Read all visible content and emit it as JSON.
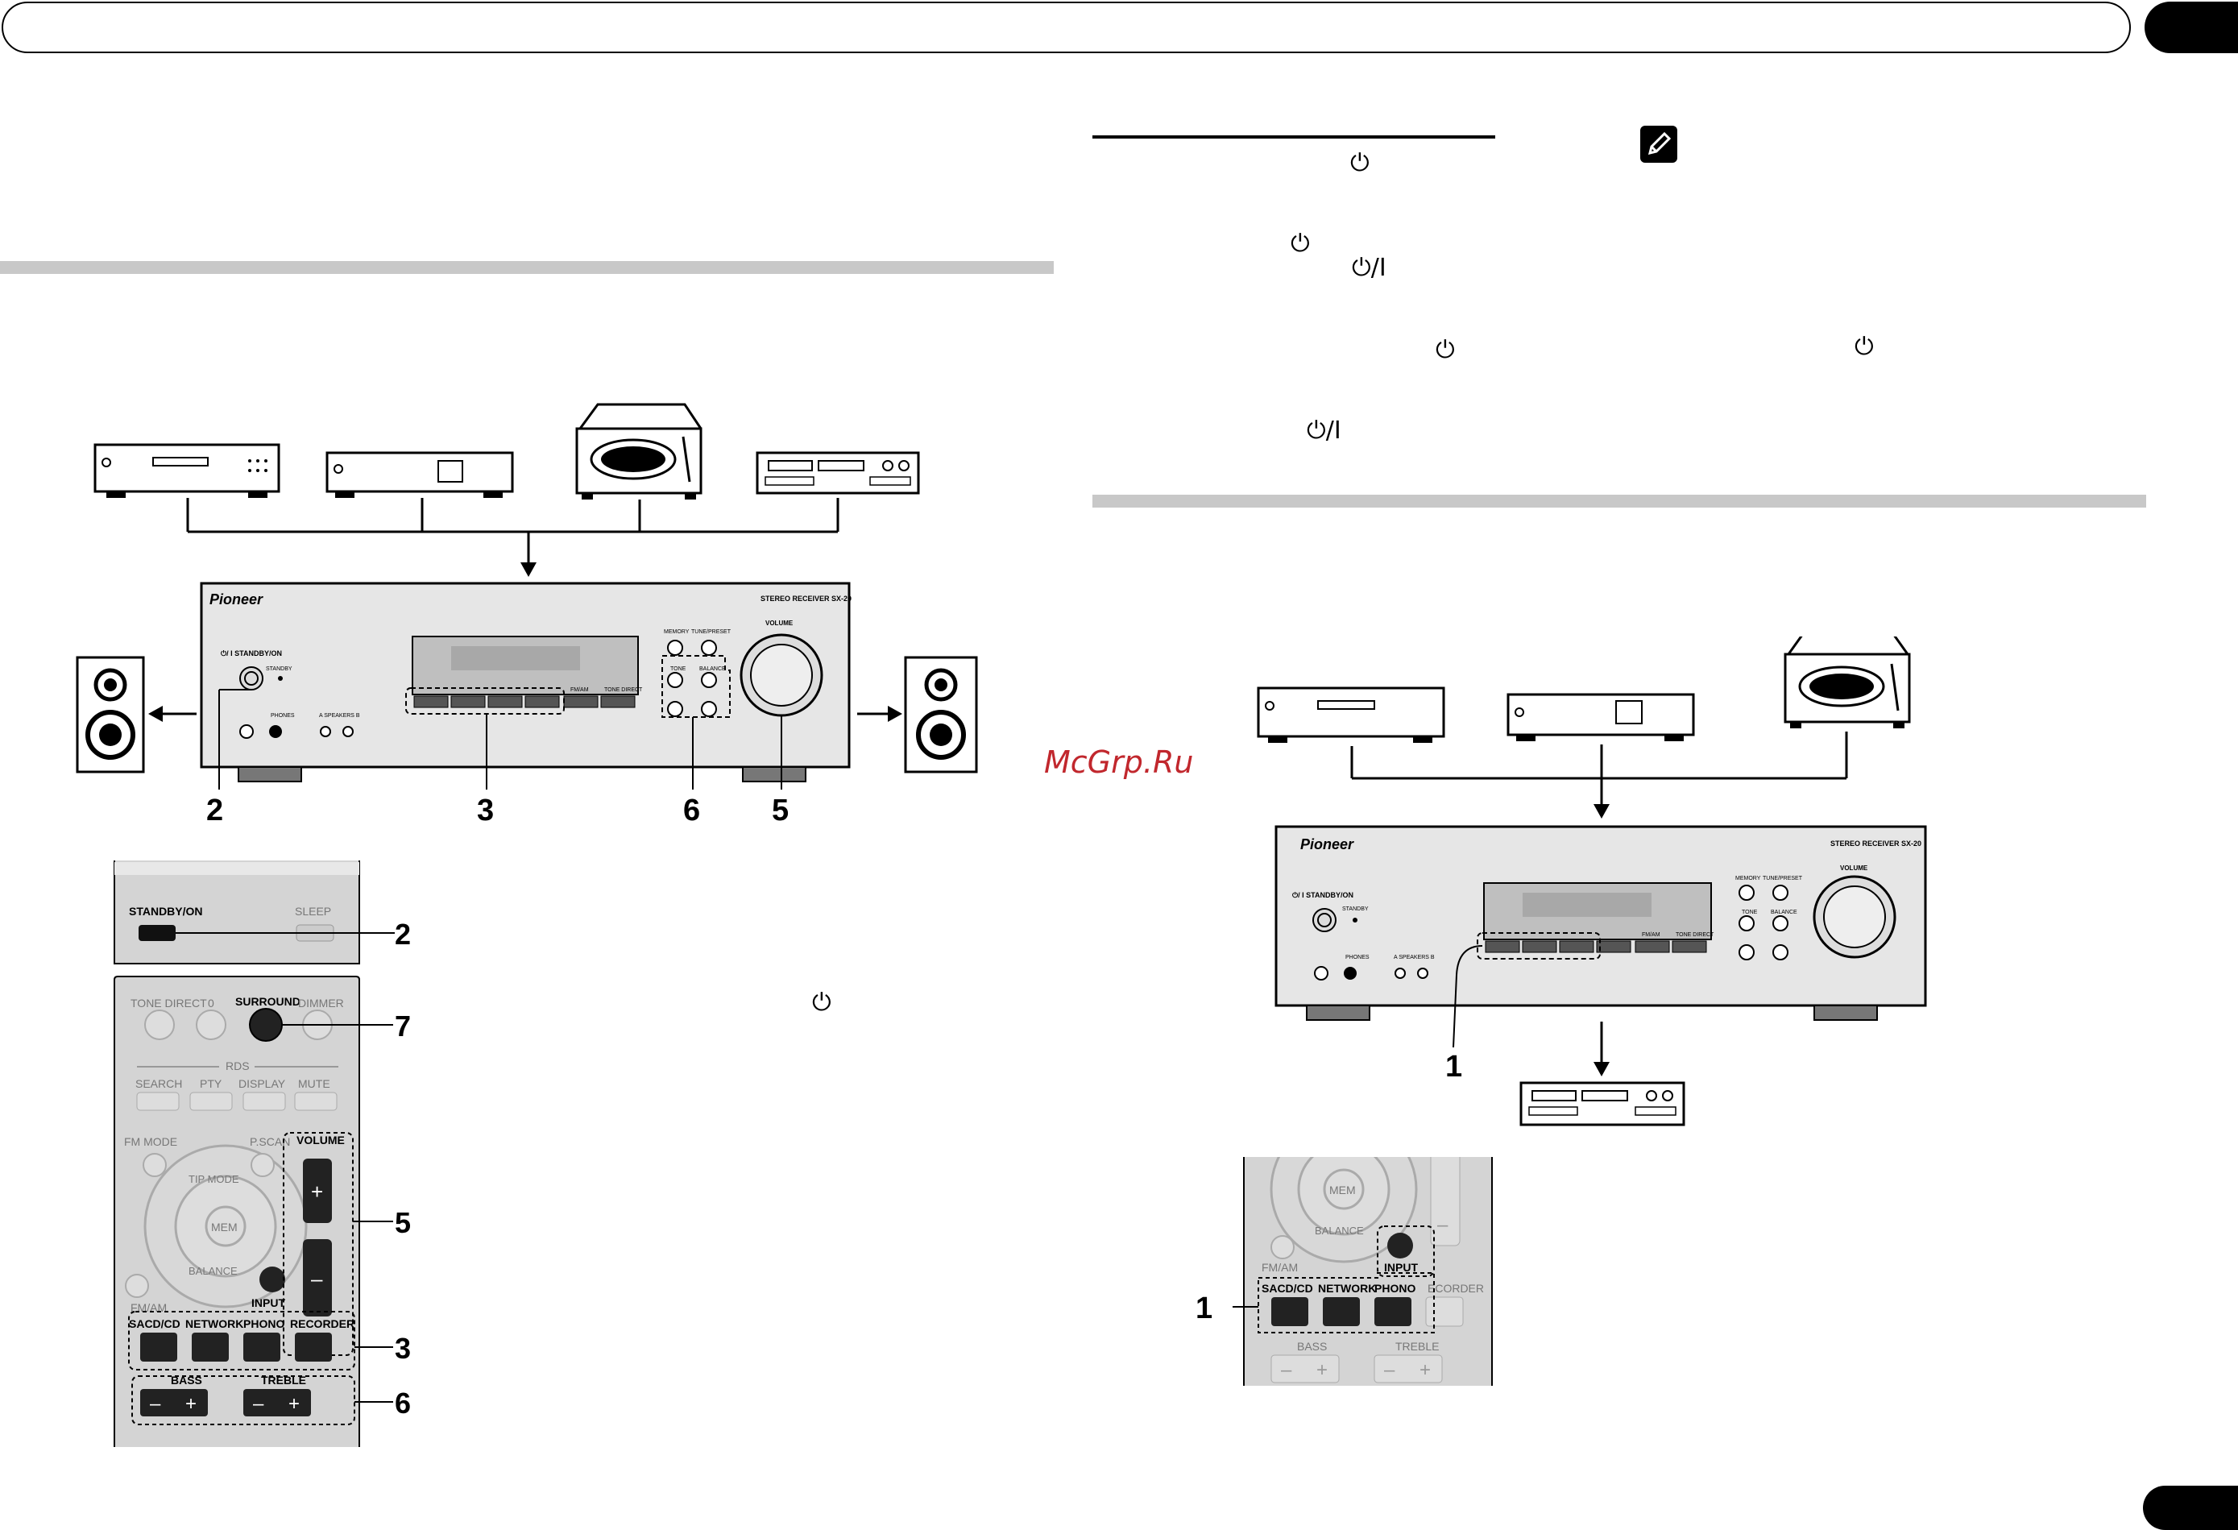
{
  "watermark": "McGrp.Ru",
  "power_symbols": {
    "standby": "⏻",
    "standby_on": "⏻/I"
  },
  "figure1": {
    "receiver": {
      "brand": "Pioneer",
      "model": "STEREO RECEIVER  SX-20",
      "standby_label": "⏻/ I  STANDBY/ON",
      "standby_led": "STANDBY",
      "phones": "PHONES",
      "speakers": "A  SPEAKERS  B",
      "memory": "MEMORY",
      "tune_preset": "TUNE/PRESET",
      "tone": "TONE",
      "balance": "BALANCE",
      "volume": "VOLUME",
      "fm_am": "FM/AM",
      "tone_direct": "TONE DIRECT"
    },
    "callouts": [
      "2",
      "3",
      "6",
      "5"
    ]
  },
  "remote1": {
    "standby_on": "STANDBY/ON",
    "sleep": "SLEEP",
    "tone_direct": "TONE DIRECT",
    "zero": "0",
    "surround": "SURROUND",
    "dimmer": "DIMMER",
    "rds": "RDS",
    "search": "SEARCH",
    "pty": "PTY",
    "display": "DISPLAY",
    "mute": "MUTE",
    "fm_mode": "FM MODE",
    "p_scan": "P.SCAN",
    "volume": "VOLUME",
    "tip_mode": "TIP MODE",
    "mem": "MEM",
    "balance": "BALANCE",
    "input": "INPUT",
    "fm_am": "FM/AM",
    "sacd_cd": "SACD/CD",
    "network": "NETWORK",
    "phono": "PHONO",
    "recorder": "RECORDER",
    "bass": "BASS",
    "treble": "TREBLE",
    "plus": "+",
    "minus": "–",
    "callouts": [
      "2",
      "7",
      "5",
      "3",
      "6"
    ]
  },
  "figure2": {
    "receiver": {
      "brand": "Pioneer",
      "model": "STEREO RECEIVER  SX-20",
      "standby_label": "⏻/ I  STANDBY/ON",
      "standby_led": "STANDBY",
      "phones": "PHONES",
      "speakers": "A  SPEAKERS  B",
      "memory": "MEMORY",
      "tune_preset": "TUNE/PRESET",
      "tone": "TONE",
      "balance": "BALANCE",
      "volume": "VOLUME",
      "fm_am": "FM/AM",
      "tone_direct": "TONE DIRECT"
    },
    "callout": "1"
  },
  "remote2": {
    "mem": "MEM",
    "balance": "BALANCE",
    "fm_am": "FM/AM",
    "input": "INPUT",
    "sacd_cd": "SACD/CD",
    "network": "NETWORK",
    "phono": "PHONO",
    "recorder_partial": "ECORDER",
    "bass": "BASS",
    "treble": "TREBLE",
    "plus": "+",
    "minus": "–",
    "callout": "1"
  }
}
